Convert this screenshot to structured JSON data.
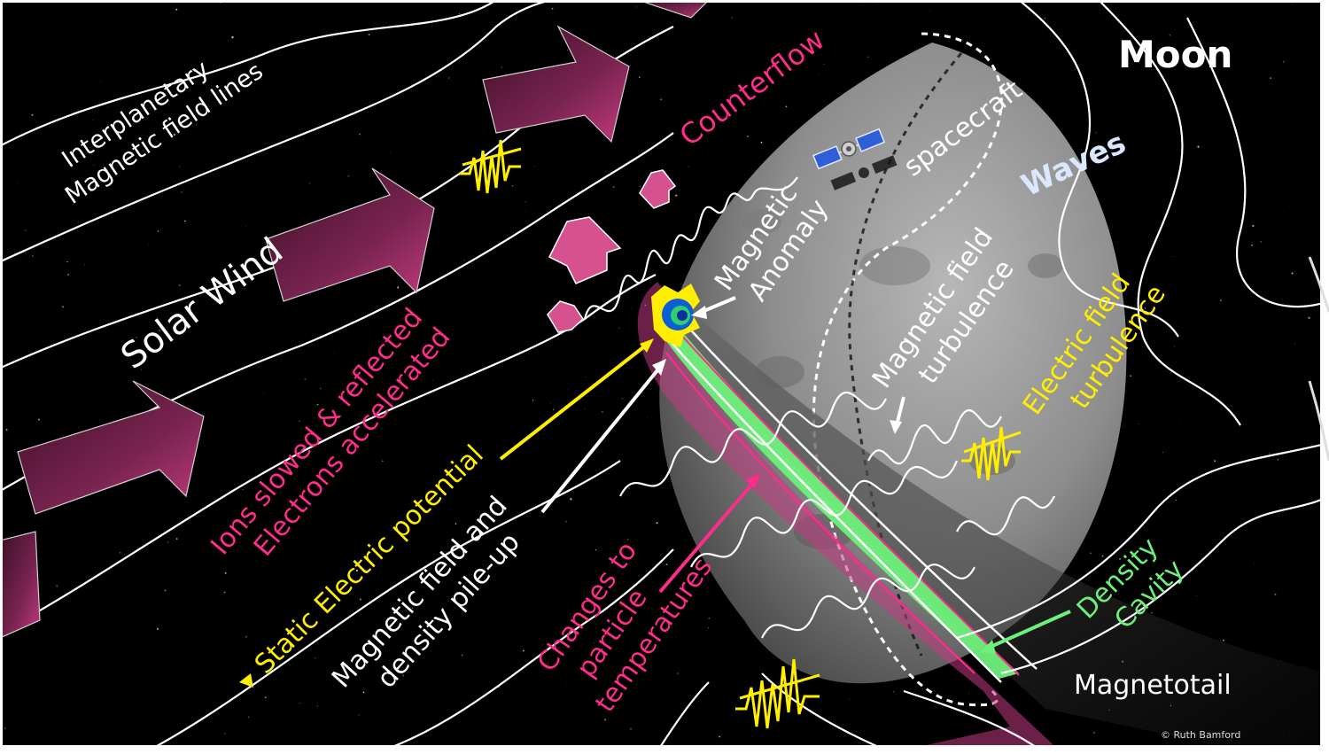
{
  "labels": {
    "moon": "Moon",
    "imf_line1": "Interplanetary",
    "imf_line2": "Magnetic field lines",
    "solar_wind": "Solar Wind",
    "counterflow": "Counterflow",
    "spacecraft": "spacecraft",
    "waves": "Waves",
    "mag_anomaly_line1": "Magnetic",
    "mag_anomaly_line2": "Anomaly",
    "mag_turb_line1": "Magnetic field",
    "mag_turb_line2": "turbulence",
    "elec_turb_line1": "Electric field",
    "elec_turb_line2": "turbulence",
    "ions_line1": "Ions slowed & reflected",
    "ions_line2": "Electrons accelerated",
    "static_potential": "Static Electric potential",
    "pileup_line1": "Magnetic field and",
    "pileup_line2": "density pile-up",
    "changes_line1": "Changes to",
    "changes_line2": "particle",
    "changes_line3": "temperatures",
    "density_line1": "Density",
    "density_line2": "Cavity",
    "magnetotail": "Magnetotail",
    "credit": "© Ruth Bamford"
  },
  "colors": {
    "background": "#000000",
    "white": "#ffffff",
    "yellow": "#ffee00",
    "pink": "#ff2d8a",
    "green": "#6df07a",
    "wave_blue": "#dbe7ff",
    "arrow_fill": "#5a1c3c",
    "moon_base": "#8c8c8c"
  }
}
